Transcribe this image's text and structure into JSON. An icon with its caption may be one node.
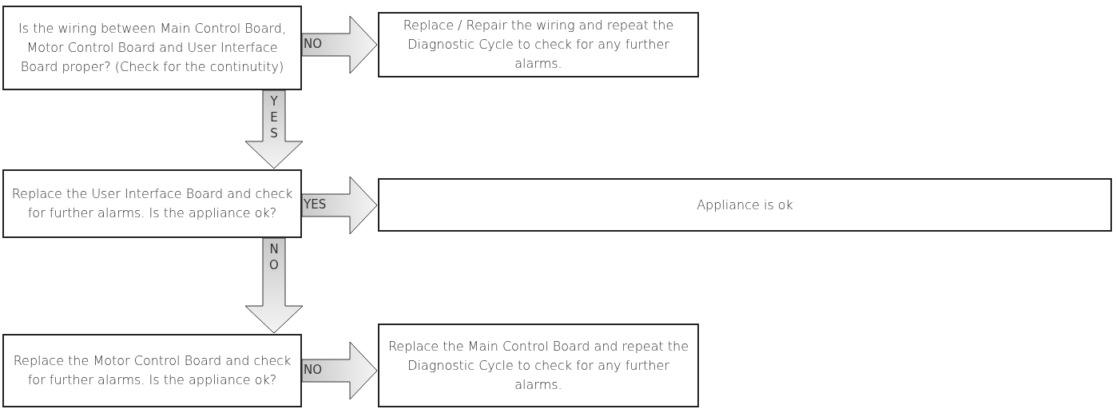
{
  "diagram": {
    "nodes": [
      {
        "text": [
          "Is the wiring between Main Control Board, Motor Control Board and User Interface Board proper? (Check for the continutity)"
        ]
      },
      {
        "text": [
          "Replace / Repair the wiring and repeat the Diagnostic Cycle to check for any further alarms."
        ]
      },
      {
        "text": [
          "Replace the User Interface Board and check for further alarms. Is the appliance ok?"
        ]
      },
      {
        "text": [
          "Appliance is ok"
        ]
      },
      {
        "text": [
          "Replace the Motor Control Board and check for further alarms. Is the appliance ok?"
        ]
      },
      {
        "text": [
          "Replace the Main Control Board and repeat the Diagnostic Cycle to check for any further alarms."
        ]
      }
    ],
    "edges": [
      {
        "from": 0,
        "to": 1,
        "arrow": "to",
        "label": "NO"
      },
      {
        "from": 0,
        "to": 2,
        "arrow": "to",
        "label": "YES"
      },
      {
        "from": 2,
        "to": 3,
        "arrow": "to",
        "label": "YES"
      },
      {
        "from": 2,
        "to": 4,
        "arrow": "to",
        "label": "NO"
      },
      {
        "from": 4,
        "to": 5,
        "arrow": "to",
        "label": "NO"
      }
    ]
  }
}
